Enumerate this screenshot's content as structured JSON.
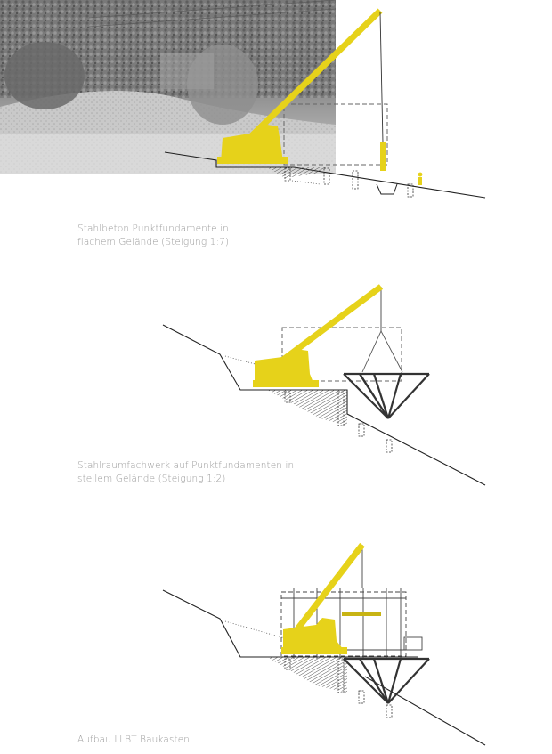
{
  "captions": [
    {
      "line1": "Stahlbeton Punktfundamente in",
      "line2": "flachem Gelände (Steigung 1:7)"
    },
    {
      "line1": "Stahlraumfachwerk auf Punktfundamenten in",
      "line2": "steilem Gelände (Steigung 1:2)"
    },
    {
      "line1": "Aufbau LLBT Baukasten",
      "line2": ""
    }
  ],
  "colors": {
    "crane": "#e6d21a",
    "line": "#222222",
    "hatch": "#555555",
    "caption": "#9a9a9a"
  }
}
